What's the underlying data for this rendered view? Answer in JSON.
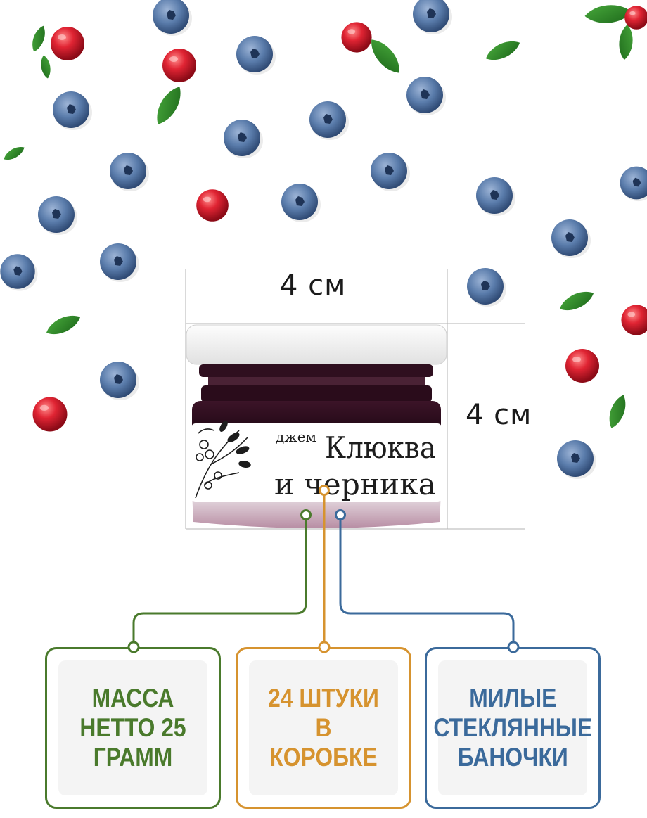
{
  "dimensions": {
    "width_label": "4 см",
    "height_label": "4 см"
  },
  "jar_label": {
    "prefix": "джем",
    "line1": "Клюква",
    "line2": "и черника"
  },
  "features": [
    {
      "text": "МАССА НЕТТО 25 ГРАММ",
      "color": "#4a7a2c"
    },
    {
      "text": "24 ШТУКИ В КОРОБКЕ",
      "color": "#d6932f"
    },
    {
      "text": "МИЛЫЕ СТЕКЛЯННЫЕ БАНОЧКИ",
      "color": "#3b6a9b"
    }
  ],
  "colors": {
    "blueberry": "#4d6e99",
    "cranberry": "#d4202c",
    "leaf": "#2f8a2a",
    "jam": "#2a0d1d"
  }
}
